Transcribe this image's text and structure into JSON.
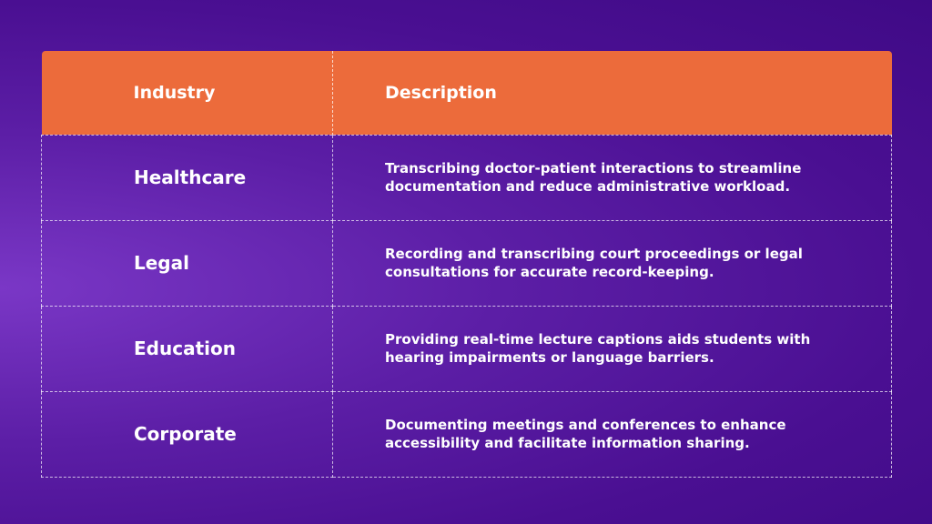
{
  "table": {
    "headers": [
      "Industry",
      "Description"
    ],
    "rows": [
      {
        "industry": "Healthcare",
        "description_line1": "Transcribing doctor-patient interactions to streamline",
        "description_line2": "documentation and reduce administrative workload."
      },
      {
        "industry": "Legal",
        "description_line1": "Recording and transcribing court proceedings or legal",
        "description_line2": "consultations for accurate record-keeping."
      },
      {
        "industry": "Education",
        "description_line1": "Providing real-time lecture captions aids students with",
        "description_line2": "hearing impairments or language barriers."
      },
      {
        "industry": "Corporate",
        "description_line1": "Documenting meetings and conferences to enhance",
        "description_line2": "accessibility and facilitate information sharing."
      }
    ]
  },
  "colors": {
    "header_bg": "#ec6b3b",
    "background": "#4a0f92",
    "text": "#ffffff"
  }
}
